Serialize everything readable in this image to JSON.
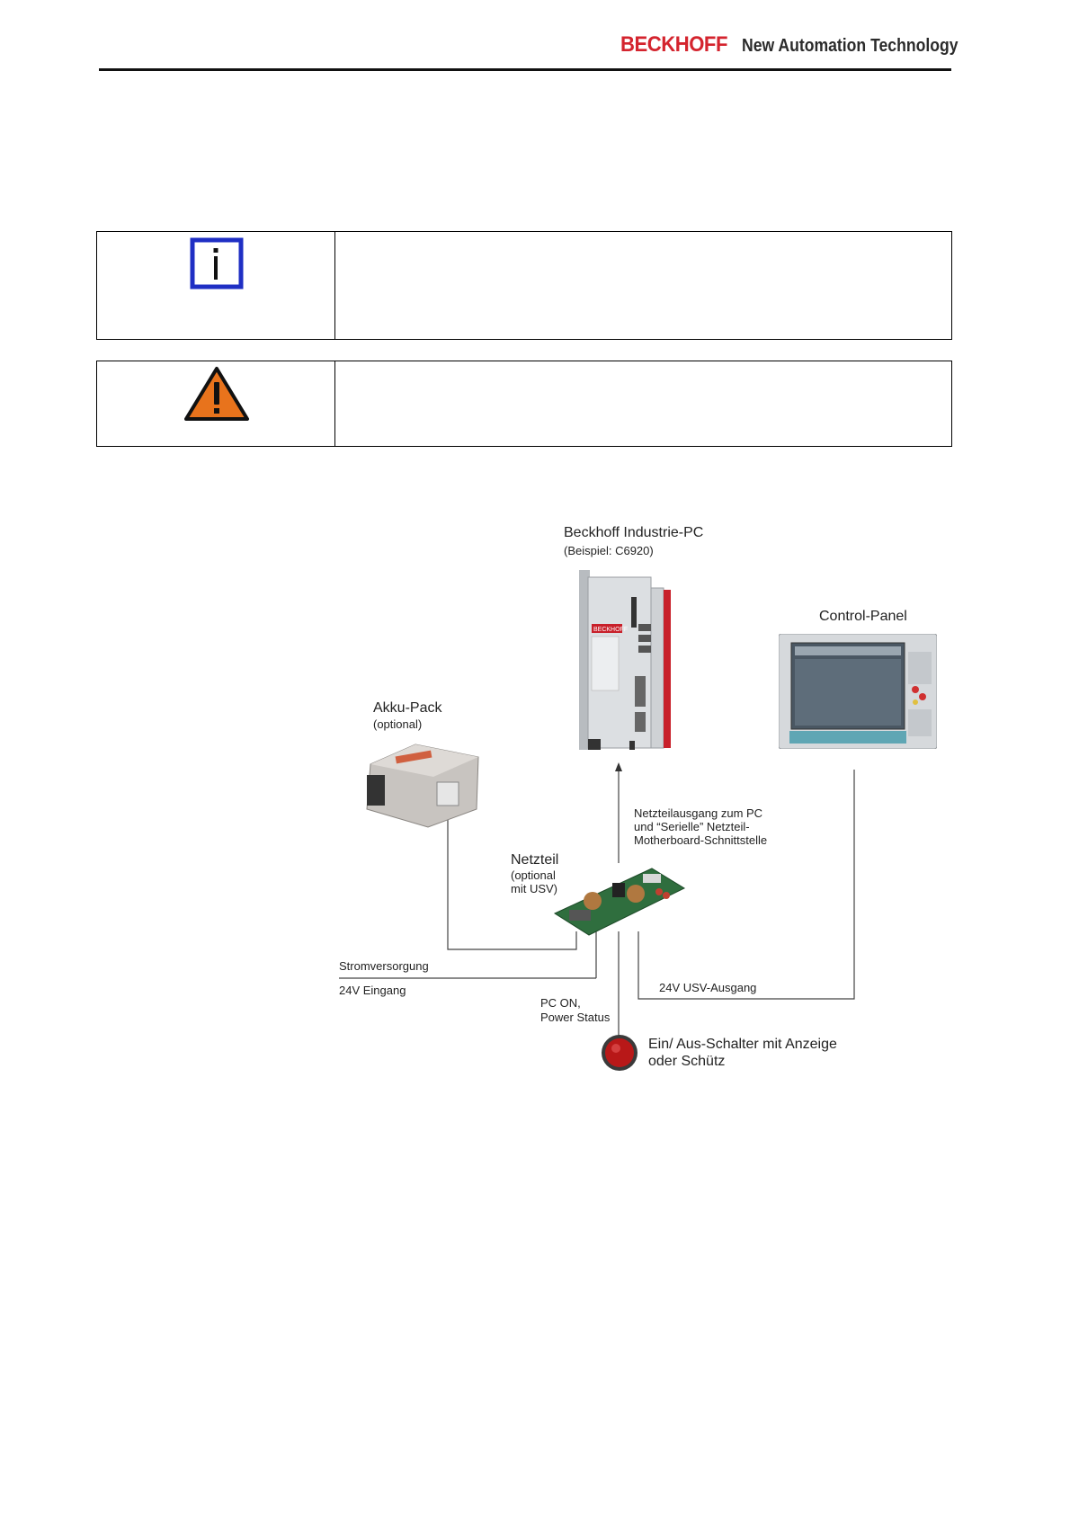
{
  "header": {
    "brand_logo": "BECKHOFF",
    "brand_tagline": "New Automation Technology"
  },
  "notes": [
    {
      "type": "info",
      "icon": "info-icon"
    },
    {
      "type": "warning",
      "icon": "warning-icon"
    }
  ],
  "diagram": {
    "industrial_pc": {
      "title": "Beckhoff Industrie-PC",
      "subtitle": "(Beispiel: C6920)",
      "device_brand": "BECKHOFF"
    },
    "control_panel": {
      "title": "Control-Panel"
    },
    "battery": {
      "title": "Akku-Pack",
      "subtitle": "(optional)"
    },
    "psu": {
      "title": "Netzteil",
      "subtitle_1": "(optional",
      "subtitle_2": "mit USV)"
    },
    "psu_output": {
      "line_1": "Netzteilausgang zum PC",
      "line_2": "und “Serielle” Netzteil-",
      "line_3": "Motherboard-Schnittstelle"
    },
    "supply": {
      "line_1": "Stromversorgung",
      "line_2": "24V Eingang"
    },
    "ups_output": "24V USV-Ausgang",
    "pc_on": {
      "line_1": "PC ON,",
      "line_2": "Power Status"
    },
    "switch": {
      "line_1": "Ein/ Aus-Schalter mit Anzeige",
      "line_2": "oder Schütz"
    }
  },
  "colors": {
    "brand_red": "#d4242e",
    "info_blue": "#1f2fc4",
    "warning_orange": "#e8731c"
  }
}
